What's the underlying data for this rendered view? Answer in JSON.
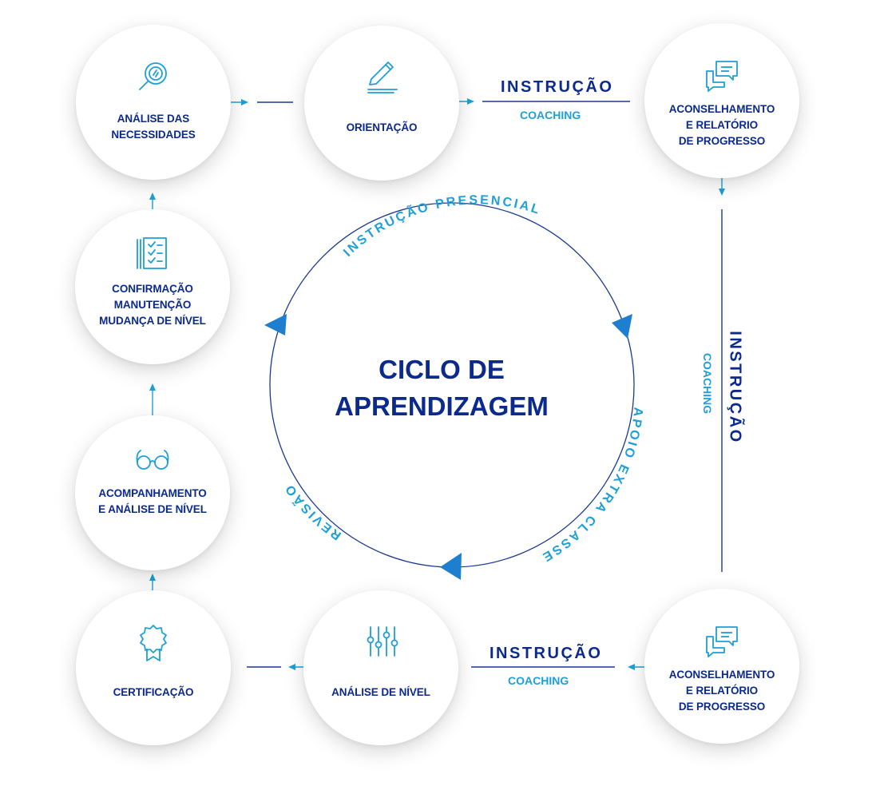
{
  "center": {
    "title": "CICLO DE\nAPRENDIZAGEM"
  },
  "ring_labels": {
    "top": "INSTRUÇÃO PRESENCIAL",
    "right": "APOIO EXTRA CLASSE",
    "left": "REVISÃO"
  },
  "nodes": [
    {
      "label": "ANÁLISE DAS\nNECESSIDADES",
      "icon": "magnifier-icon"
    },
    {
      "label": "ORIENTAÇÃO",
      "icon": "pencil-icon"
    },
    {
      "label": "ACONSELHAMENTO\nE RELATÓRIO\nDE PROGRESSO",
      "icon": "chat-bubbles-icon"
    },
    {
      "label": "ACONSELHAMENTO\nE RELATÓRIO\nDE PROGRESSO",
      "icon": "chat-bubbles-icon"
    },
    {
      "label": "ANÁLISE DE NÍVEL",
      "icon": "sliders-icon"
    },
    {
      "label": "CERTIFICAÇÃO",
      "icon": "award-ribbon-icon"
    },
    {
      "label": "ACOMPANHAMENTO\nE ANÁLISE DE NÍVEL",
      "icon": "glasses-icon"
    },
    {
      "label": "CONFIRMAÇÃO\nMANUTENÇÃO\nMUDANÇA DE NÍVEL",
      "icon": "checklist-icon"
    }
  ],
  "connectors": {
    "top": {
      "instruction": "INSTRUÇÃO",
      "coaching": "COACHING"
    },
    "right": {
      "instruction": "INSTRUÇÃO",
      "coaching": "COACHING"
    },
    "bottom": {
      "instruction": "INSTRUÇÃO",
      "coaching": "COACHING"
    }
  },
  "colors": {
    "navy": "#0b2a8c",
    "accent": "#1e9fd8",
    "ring": "#1b3a8f"
  }
}
